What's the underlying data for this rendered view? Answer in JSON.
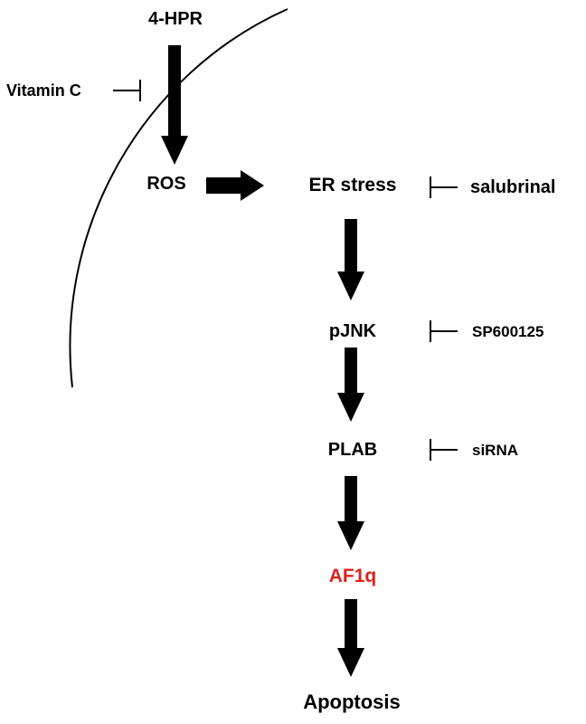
{
  "diagram": {
    "nodes": {
      "hpr": "4-HPR",
      "ros": "ROS",
      "er_stress": "ER stress",
      "pjnk": "pJNK",
      "plab": "PLAB",
      "af1q": "AF1q",
      "apoptosis": "Apoptosis"
    },
    "inhibitors": {
      "vitamin_c": "Vitamin C",
      "salubrinal": "salubrinal",
      "sp600125": "SP600125",
      "sirna": "siRNA"
    },
    "colors": {
      "highlight": "#e0201b",
      "ink": "#000000"
    }
  }
}
